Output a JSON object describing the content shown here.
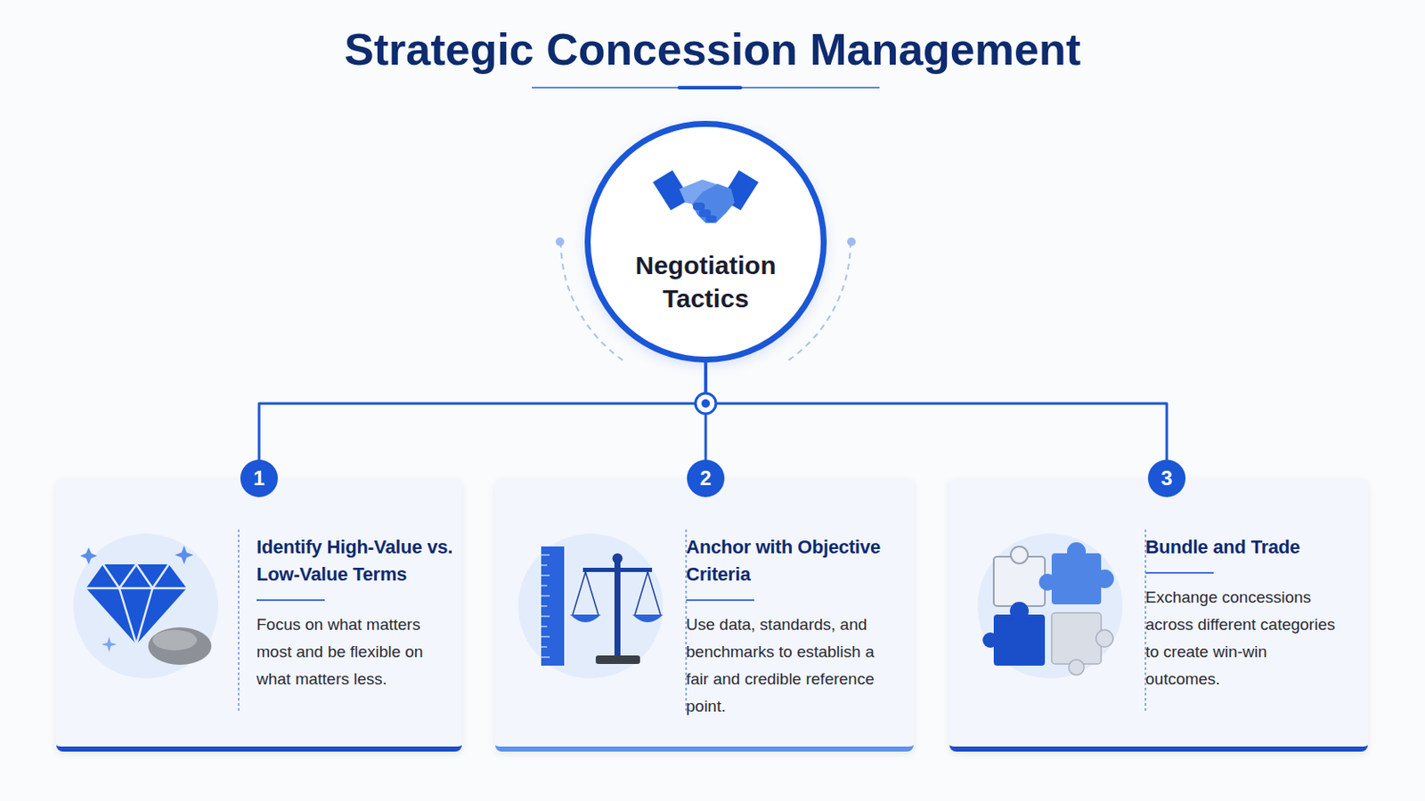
{
  "diagram": {
    "title": "Strategic Concession Management",
    "nodes": [
      {
        "text": [
          "Negotiation Tactics"
        ]
      },
      {
        "text": [
          "Identify High-Value vs. Low-Value Terms",
          "Focus on what matters most and be flexible on what matters less."
        ]
      },
      {
        "text": [
          "Anchor with Objective Criteria",
          "Use data, standards, and benchmarks to establish a fair and credible reference point."
        ]
      },
      {
        "text": [
          "Bundle and Trade",
          "Exchange concessions across different categories to create win-win outcomes."
        ]
      }
    ],
    "edges": [
      {
        "from": 0,
        "to": 1,
        "arrow": "none"
      },
      {
        "from": 0,
        "to": 2,
        "arrow": "none"
      },
      {
        "from": 0,
        "to": 3,
        "arrow": "none"
      }
    ],
    "labels": [
      "1",
      "2",
      "3"
    ]
  }
}
